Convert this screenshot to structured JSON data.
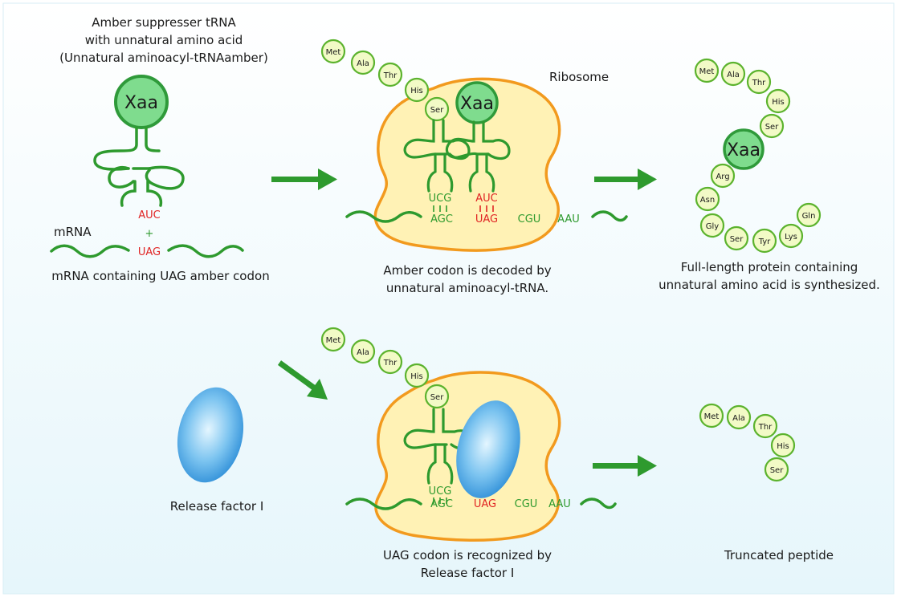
{
  "colors": {
    "green": "#2e9a2e",
    "red": "#e02424",
    "ribosome_fill": "#fff2b5",
    "ribosome_stroke": "#f29a1e",
    "aa_fill": "#f2fac6",
    "aa_stroke": "#5cb32e",
    "xaa_fill": "#7fdc8e",
    "xaa_stroke": "#2f9a3a",
    "release_factor": "#4fa9e6",
    "panel_bg": "#eef8fc"
  },
  "top_left": {
    "title_line1": "Amber suppresser tRNA",
    "title_line2": "with unnatural amino acid",
    "title_line3": "(Unnatural aminoacyl-tRNAamber)",
    "xaa": "Xaa",
    "anticodon": "AUC",
    "plus": "+",
    "codon": "UAG",
    "mrna_label": "mRNA",
    "caption": "mRNA containing UAG amber codon"
  },
  "top_middle": {
    "ribosome_label": "Ribosome",
    "chain": [
      "Met",
      "Ala",
      "Thr",
      "His",
      "Ser"
    ],
    "xaa": "Xaa",
    "anticodon_1": "UCG",
    "anticodon_2": "AUC",
    "codon_1": "AGC",
    "codon_2": "UAG",
    "codon_3": "CGU",
    "codon_4": "AAU",
    "caption_line1": "Amber codon is decoded by",
    "caption_line2": "unnatural aminoacyl-tRNA."
  },
  "top_right": {
    "chain_upper": [
      "Met",
      "Ala",
      "Thr",
      "His",
      "Ser"
    ],
    "xaa": "Xaa",
    "chain_lower": [
      "Arg",
      "Asn",
      "Gly",
      "Ser",
      "Tyr",
      "Lys",
      "Gln"
    ],
    "caption_line1": "Full-length protein containing",
    "caption_line2": "unnatural amino acid is synthesized."
  },
  "bottom_left": {
    "label": "Release factor I"
  },
  "bottom_middle": {
    "chain": [
      "Met",
      "Ala",
      "Thr",
      "His",
      "Ser"
    ],
    "anticodon": "UCG",
    "codon_1": "AGC",
    "codon_2": "UAG",
    "codon_3": "CGU",
    "codon_4": "AAU",
    "caption_line1": "UAG codon is recognized by",
    "caption_line2": "Release factor I"
  },
  "bottom_right": {
    "chain": [
      "Met",
      "Ala",
      "Thr",
      "His",
      "Ser"
    ],
    "caption": "Truncated peptide"
  }
}
